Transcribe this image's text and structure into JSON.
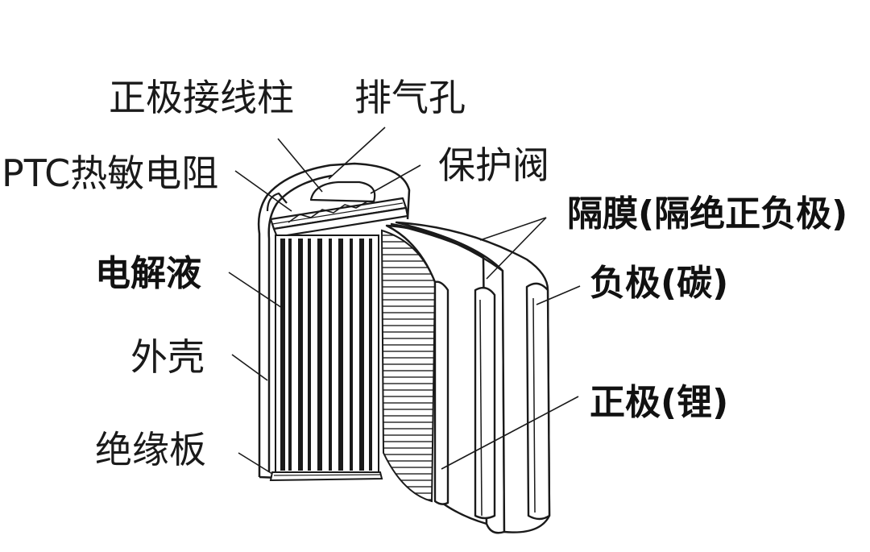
{
  "labels": {
    "positive_terminal": "正极接线柱",
    "vent_hole": "排气孔",
    "ptc_thermistor": "PTC热敏电阻",
    "safety_valve": "保护阀",
    "separator": "隔膜(隔绝正负极)",
    "electrolyte": "电解液",
    "negative_electrode": "负极(碳)",
    "outer_shell": "外壳",
    "positive_electrode": "正极(锂)",
    "insulating_plate": "绝缘板"
  },
  "colors": {
    "ink": "#1a1a1a",
    "background": "#ffffff"
  }
}
